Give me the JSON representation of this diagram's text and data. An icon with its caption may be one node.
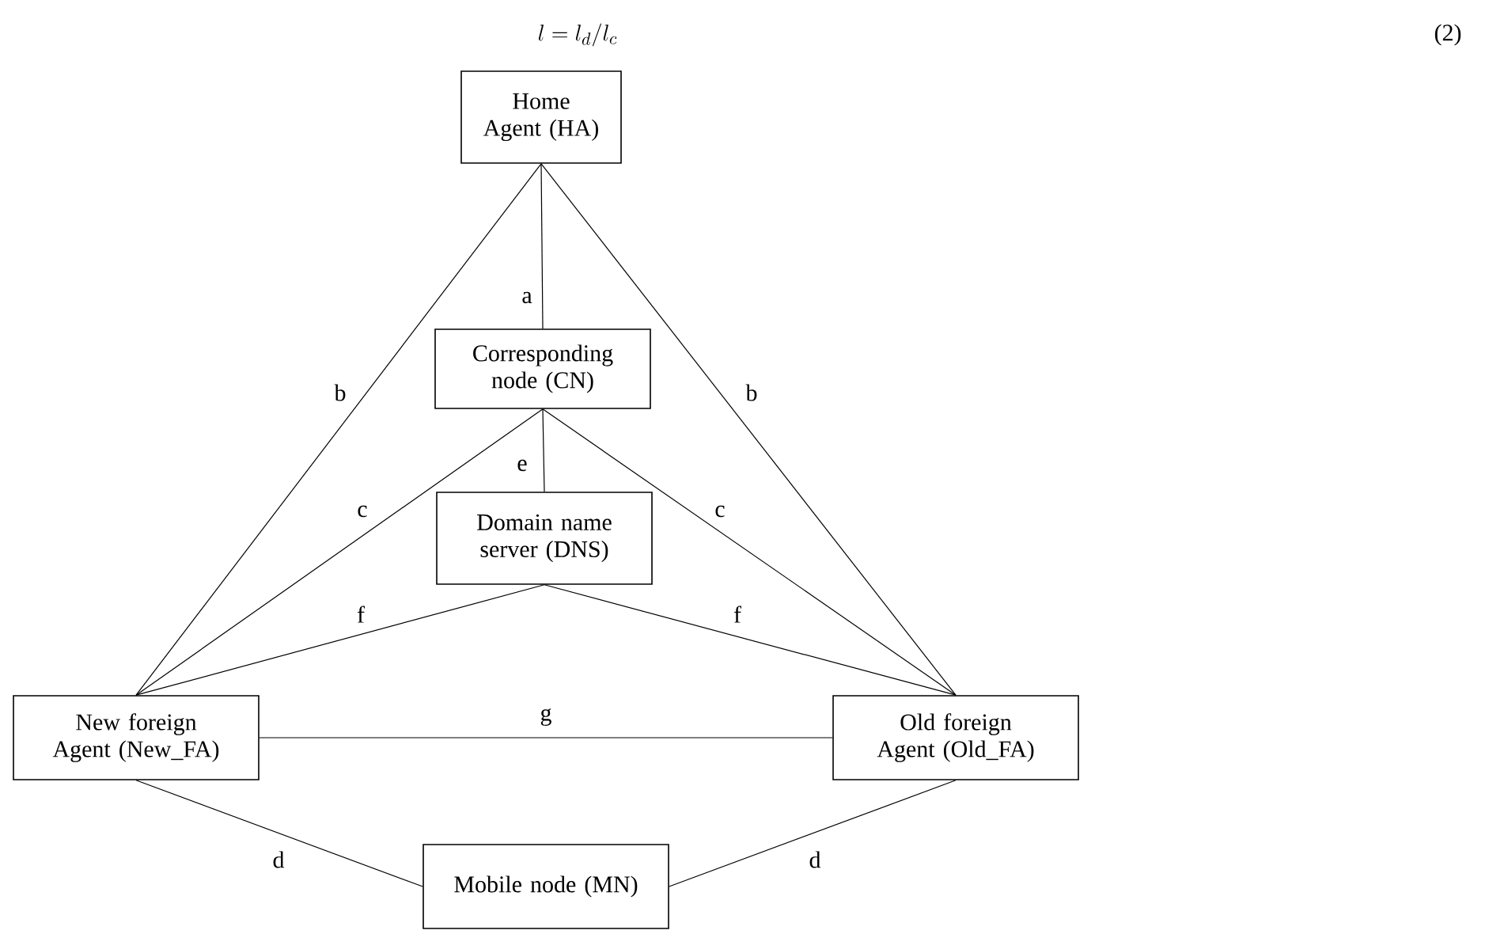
{
  "diagram": {
    "nodes": [
      {
        "text": [
          "Home Agent (HA)"
        ]
      },
      {
        "text": [
          "Corresponding node (CN)"
        ]
      },
      {
        "text": [
          "Domain name server (DNS)"
        ]
      },
      {
        "text": [
          "New foreign Agent (New_FA)"
        ]
      },
      {
        "text": [
          "Old foreign Agent (Old_FA)"
        ]
      },
      {
        "text": [
          "Mobile node (MN)"
        ]
      }
    ],
    "edges": [
      {
        "from": 0,
        "to": 1,
        "arrow": "none",
        "label": "a"
      },
      {
        "from": 0,
        "to": 3,
        "arrow": "none",
        "label": "b"
      },
      {
        "from": 0,
        "to": 4,
        "arrow": "none",
        "label": "b"
      },
      {
        "from": 1,
        "to": 3,
        "arrow": "none",
        "label": "c"
      },
      {
        "from": 1,
        "to": 4,
        "arrow": "none",
        "label": "c"
      },
      {
        "from": 1,
        "to": 2,
        "arrow": "none",
        "label": "e"
      },
      {
        "from": 2,
        "to": 3,
        "arrow": "none",
        "label": "f"
      },
      {
        "from": 2,
        "to": 4,
        "arrow": "none",
        "label": "f"
      },
      {
        "from": 3,
        "to": 4,
        "arrow": "none",
        "label": "g"
      },
      {
        "from": 3,
        "to": 5,
        "arrow": "none",
        "label": "d"
      },
      {
        "from": 4,
        "to": 5,
        "arrow": "none",
        "label": "d"
      }
    ],
    "labels": [
      "l = l_d / l_c",
      "(2)"
    ]
  }
}
